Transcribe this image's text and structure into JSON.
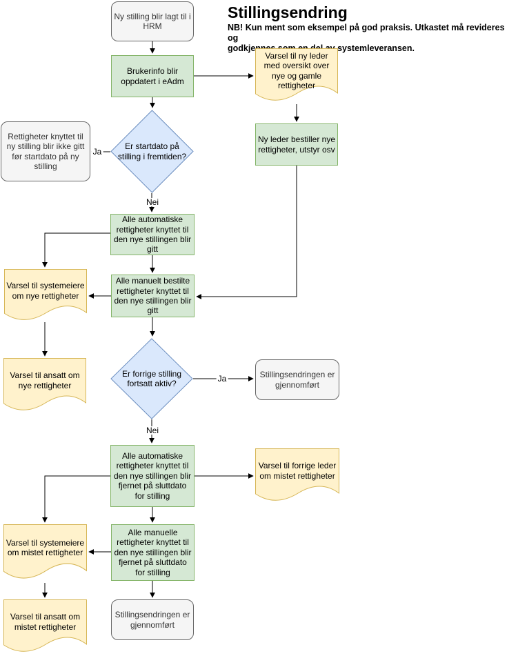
{
  "title": "Stillingsendring",
  "note": "NB! Kun ment som eksempel på god praksis. Utkastet må revideres og\ngodkjennes som en del av systemleveransen.",
  "colors": {
    "process_fill": "#d5e8d4",
    "process_stroke": "#82b366",
    "decision_fill": "#dae8fc",
    "decision_stroke": "#6c8ebf",
    "document_fill": "#fff2cc",
    "document_stroke": "#d6b656",
    "terminator_fill": "#f5f5f5",
    "terminator_stroke": "#666666",
    "connector": "#000000"
  },
  "nodes": {
    "hrm": {
      "label": "Ny stilling blir lagt til i HRM"
    },
    "brukerinfo": {
      "label": "Brukerinfo blir oppdatert i eAdm"
    },
    "varsel_ny_leder": {
      "label": "Varsel til ny leder med oversikt over nye og gamle rettigheter"
    },
    "ny_leder_bestiller": {
      "label": "Ny leder bestiller nye rettigheter, utstyr osv"
    },
    "startdato_diamond": {
      "label": "Er startdato på stilling i fremtiden?"
    },
    "rettigheter_ikke_gitt": {
      "label": "Rettigheter knyttet til ny stilling blir ikke gitt før startdato på ny stilling"
    },
    "auto_gitt": {
      "label": "Alle automatiske rettigheter knyttet til den nye stillingen blir gitt"
    },
    "varsel_systemeiere_nye": {
      "label": "Varsel til systemeiere om nye rettigheter"
    },
    "manuelt_gitt": {
      "label": "Alle manuelt bestilte rettigheter knyttet til den nye stillingen blir gitt"
    },
    "varsel_ansatt_nye": {
      "label": "Varsel til ansatt om nye rettigheter"
    },
    "forrige_diamond": {
      "label": "Er forrige stilling fortsatt aktiv?"
    },
    "gjennomfort_1": {
      "label": "Stillingsendringen er gjennomført"
    },
    "auto_fjernet": {
      "label": "Alle automatiske rettigheter knyttet til den nye stillingen blir fjernet på sluttdato for stilling"
    },
    "varsel_forrige_leder": {
      "label": "Varsel til forrige leder om mistet rettigheter"
    },
    "varsel_systemeiere_mistet": {
      "label": "Varsel til systemeiere om mistet rettigheter"
    },
    "manuelle_fjernet": {
      "label": "Alle manuelle rettigheter knyttet til den nye stillingen blir fjernet på sluttdato for stilling"
    },
    "varsel_ansatt_mistet": {
      "label": "Varsel til ansatt om mistet rettigheter"
    },
    "gjennomfort_2": {
      "label": "Stillingsendringen er gjennomført"
    }
  },
  "edge_labels": {
    "startdato_ja": "Ja",
    "startdato_nei": "Nei",
    "forrige_ja": "Ja",
    "forrige_nei": "Nei"
  }
}
